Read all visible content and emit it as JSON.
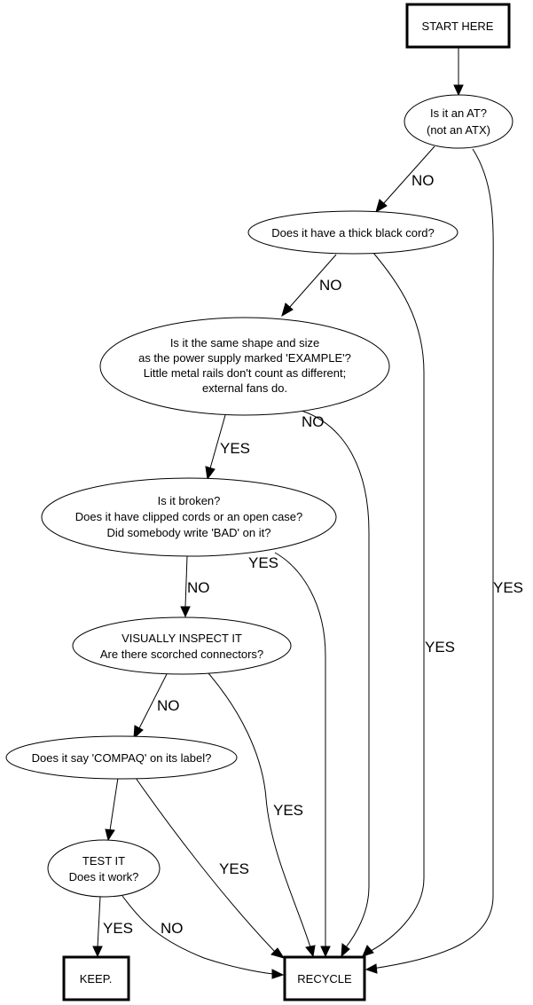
{
  "title": "Power supply triage flowchart",
  "nodes": {
    "start": {
      "shape": "box",
      "lines": [
        "START HERE"
      ]
    },
    "is_at": {
      "shape": "ellipse",
      "lines": [
        "Is it an AT?",
        "(not an ATX)"
      ]
    },
    "thick_cord": {
      "shape": "ellipse",
      "lines": [
        "Does it have a thick black cord?"
      ]
    },
    "same_shape": {
      "shape": "ellipse",
      "lines": [
        "Is it the same shape and size",
        "as the power supply marked 'EXAMPLE'?",
        "Little metal rails don't count as different;",
        "external fans do."
      ]
    },
    "broken": {
      "shape": "ellipse",
      "lines": [
        "Is it broken?",
        "Does it have clipped cords or an open case?",
        "Did somebody write 'BAD' on it?"
      ]
    },
    "inspect": {
      "shape": "ellipse",
      "lines": [
        "VISUALLY INSPECT IT",
        "Are there scorched connectors?"
      ]
    },
    "compaq": {
      "shape": "ellipse",
      "lines": [
        "Does it say 'COMPAQ' on its label?"
      ]
    },
    "test": {
      "shape": "ellipse",
      "lines": [
        "TEST IT",
        "Does it work?"
      ]
    },
    "keep": {
      "shape": "box",
      "lines": [
        "KEEP."
      ]
    },
    "recycle": {
      "shape": "box",
      "lines": [
        "RECYCLE"
      ]
    }
  },
  "edges": [
    {
      "from": "start",
      "to": "is_at",
      "label": ""
    },
    {
      "from": "is_at",
      "to": "thick_cord",
      "label": "NO"
    },
    {
      "from": "is_at",
      "to": "recycle",
      "label": "YES"
    },
    {
      "from": "thick_cord",
      "to": "same_shape",
      "label": "NO"
    },
    {
      "from": "thick_cord",
      "to": "recycle",
      "label": "YES"
    },
    {
      "from": "same_shape",
      "to": "broken",
      "label": "YES"
    },
    {
      "from": "same_shape",
      "to": "recycle",
      "label": "NO"
    },
    {
      "from": "broken",
      "to": "inspect",
      "label": "NO"
    },
    {
      "from": "broken",
      "to": "recycle",
      "label": "YES"
    },
    {
      "from": "inspect",
      "to": "compaq",
      "label": "NO"
    },
    {
      "from": "inspect",
      "to": "recycle",
      "label": "YES"
    },
    {
      "from": "compaq",
      "to": "test",
      "label": ""
    },
    {
      "from": "compaq",
      "to": "recycle",
      "label": "YES"
    },
    {
      "from": "test",
      "to": "keep",
      "label": "YES"
    },
    {
      "from": "test",
      "to": "recycle",
      "label": "NO"
    }
  ]
}
